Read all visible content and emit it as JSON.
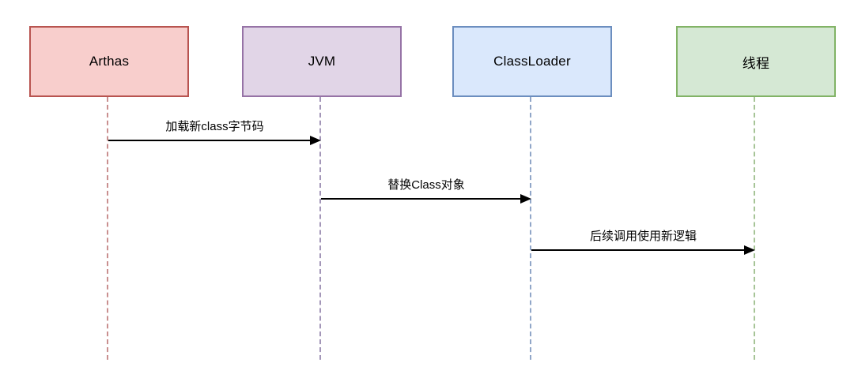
{
  "diagram": {
    "type": "sequence-diagram",
    "background": "#ffffff",
    "arrow_color": "#000000",
    "text_color": "#000000",
    "actors": [
      {
        "id": "arthas",
        "label": "Arthas",
        "fill": "#f8cecc",
        "stroke": "#b85450",
        "lifeline_color": "#c98f8f"
      },
      {
        "id": "jvm",
        "label": "JVM",
        "fill": "#e1d5e7",
        "stroke": "#9673a6",
        "lifeline_color": "#a396b8"
      },
      {
        "id": "classloader",
        "label": "ClassLoader",
        "fill": "#dae8fc",
        "stroke": "#6c8ebf",
        "lifeline_color": "#90a6c8"
      },
      {
        "id": "thread",
        "label": "线程",
        "fill": "#d5e8d4",
        "stroke": "#82b366",
        "lifeline_color": "#a6c496"
      }
    ],
    "messages": [
      {
        "label": "加载新class字节码",
        "from": "Arthas",
        "to": "JVM"
      },
      {
        "label": "替换Class对象",
        "from": "JVM",
        "to": "ClassLoader"
      },
      {
        "label": "后续调用使用新逻辑",
        "from": "ClassLoader",
        "to": "线程"
      }
    ]
  }
}
